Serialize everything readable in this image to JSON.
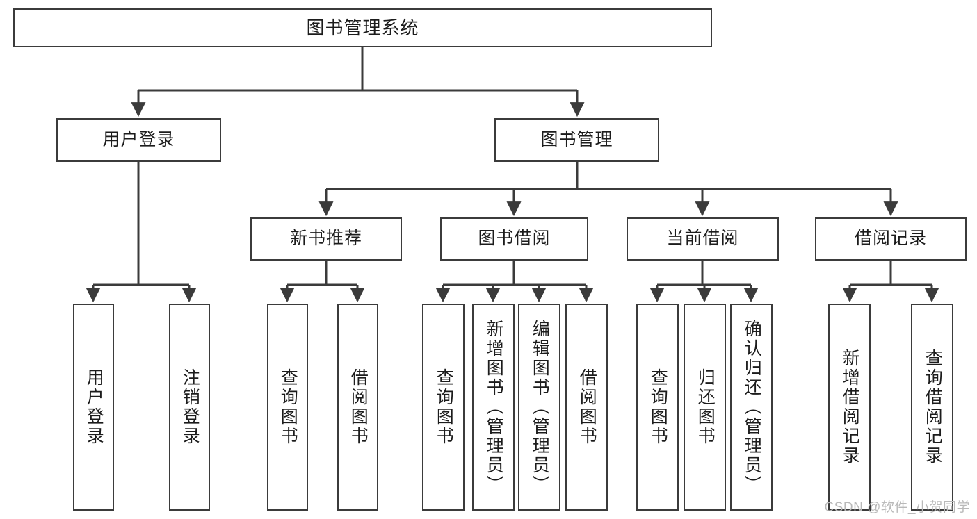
{
  "diagram": {
    "type": "hierarchy-tree",
    "title_node": {
      "label": "图书管理系统"
    },
    "level1": [
      {
        "id": "user-login",
        "label": "用户登录"
      },
      {
        "id": "book-management",
        "label": "图书管理"
      }
    ],
    "level2": [
      {
        "id": "new-book-recommend",
        "label": "新书推荐",
        "parent": "book-management"
      },
      {
        "id": "book-borrow",
        "label": "图书借阅",
        "parent": "book-management"
      },
      {
        "id": "current-borrow",
        "label": "当前借阅",
        "parent": "book-management"
      },
      {
        "id": "borrow-record",
        "label": "借阅记录",
        "parent": "book-management"
      }
    ],
    "leaves": [
      {
        "id": "leaf-user-login",
        "label": "用户登录",
        "parent": "user-login"
      },
      {
        "id": "leaf-logout-login",
        "label": "注销登录",
        "parent": "user-login"
      },
      {
        "id": "leaf-query-book-1",
        "label": "查询图书",
        "parent": "new-book-recommend"
      },
      {
        "id": "leaf-borrow-book-1",
        "label": "借阅图书",
        "parent": "new-book-recommend"
      },
      {
        "id": "leaf-query-book-2",
        "label": "查询图书",
        "parent": "book-borrow"
      },
      {
        "id": "leaf-add-book",
        "label": "新增图书（管理员）",
        "parent": "book-borrow"
      },
      {
        "id": "leaf-edit-book",
        "label": "编辑图书（管理员）",
        "parent": "book-borrow"
      },
      {
        "id": "leaf-borrow-book-2",
        "label": "借阅图书",
        "parent": "book-borrow"
      },
      {
        "id": "leaf-query-book-3",
        "label": "查询图书",
        "parent": "current-borrow"
      },
      {
        "id": "leaf-return-book",
        "label": "归还图书",
        "parent": "current-borrow"
      },
      {
        "id": "leaf-confirm-return",
        "label": "确认归还（管理员）",
        "parent": "current-borrow"
      },
      {
        "id": "leaf-add-record",
        "label": "新增借阅记录",
        "parent": "borrow-record"
      },
      {
        "id": "leaf-query-record",
        "label": "查询借阅记录",
        "parent": "borrow-record"
      }
    ],
    "colors": {
      "stroke": "#3b3b3b",
      "fill": "#ffffff",
      "text": "#1c1c1c",
      "watermark": "#b9b9b9"
    }
  },
  "watermark": {
    "text": "CSDN @软件_小贺同学"
  }
}
